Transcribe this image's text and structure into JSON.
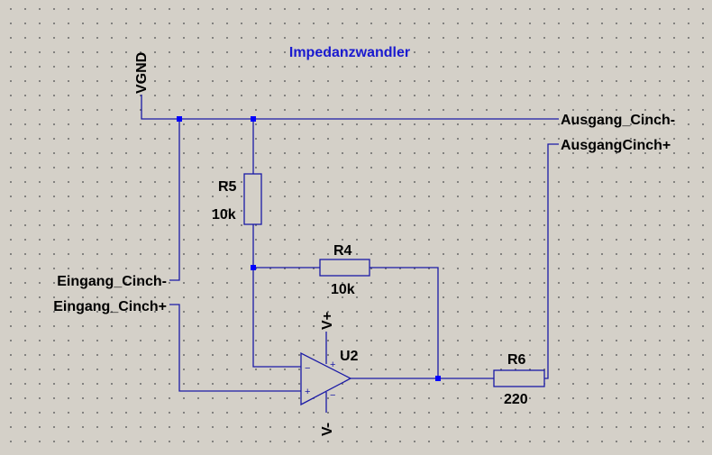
{
  "title": "Impedanzwandler",
  "nets": {
    "vgnd": "VGND",
    "out_minus": "Ausgang_Cinch-",
    "out_plus": "AusgangCinch+",
    "in_minus": "Eingang_Cinch-",
    "in_plus": "Eingang_Cinch+",
    "vplus": "V+",
    "vminus": "V-"
  },
  "components": {
    "r5": {
      "name": "R5",
      "value": "10k"
    },
    "r4": {
      "name": "R4",
      "value": "10k"
    },
    "r6": {
      "name": "R6",
      "value": "220"
    },
    "u2": {
      "name": "U2",
      "pin_minus": "−",
      "pin_plus": "+"
    }
  },
  "colors": {
    "wire": "#1a1aa6",
    "junction": "#0000ff",
    "title": "#1a1ad0",
    "background": "#d4d0c8"
  }
}
